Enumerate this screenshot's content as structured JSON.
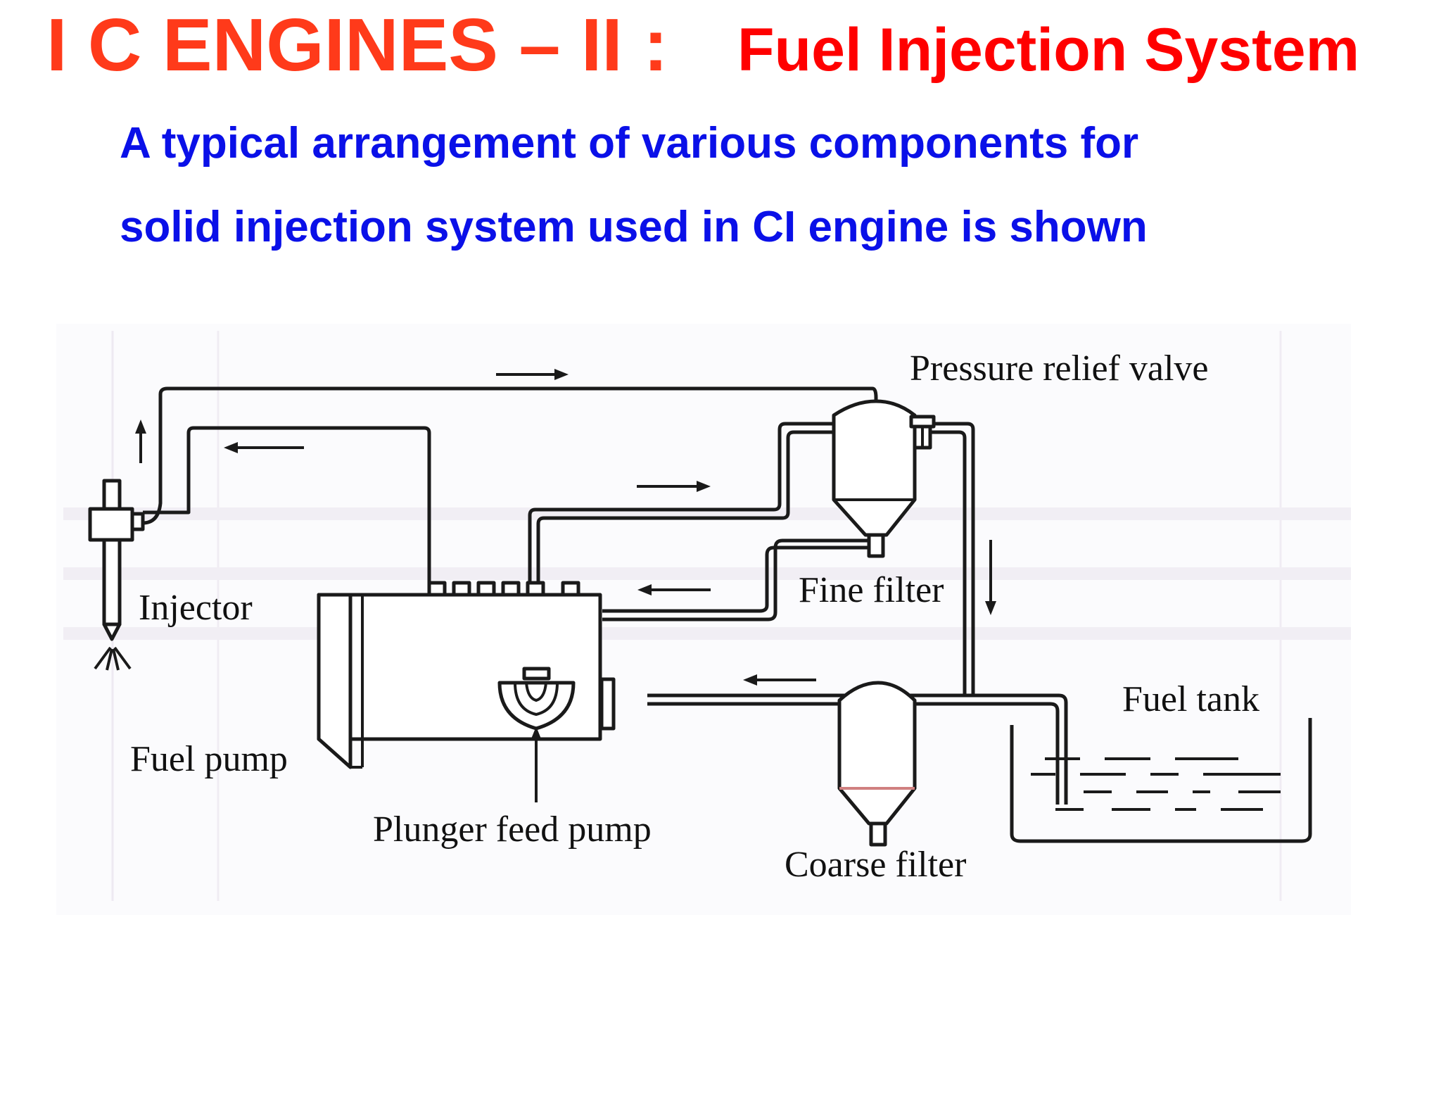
{
  "title": {
    "main": "I C ENGINES – II :",
    "sub": "Fuel Injection System",
    "main_color": "#ff3a1a",
    "sub_color": "#ff0000"
  },
  "description": {
    "line1": "A typical arrangement of various components for",
    "line2": "solid injection system used in CI engine is shown",
    "color": "#0a10e8"
  },
  "diagram": {
    "labels": {
      "pressure_relief_valve": "Pressure relief valve",
      "injector": "Injector",
      "fine_filter": "Fine filter",
      "fuel_tank": "Fuel tank",
      "fuel_pump": "Fuel pump",
      "plunger_feed_pump": "Plunger feed pump",
      "coarse_filter": "Coarse filter"
    }
  }
}
